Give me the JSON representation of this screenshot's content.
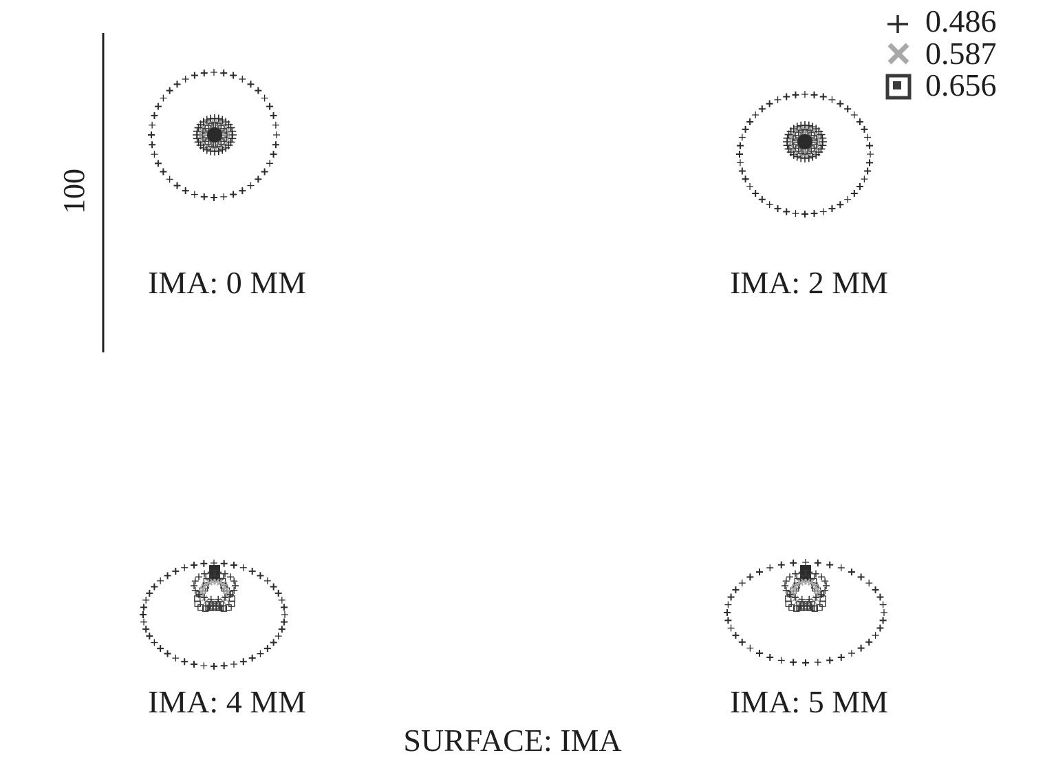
{
  "chart_data": {
    "type": "scatter",
    "title": "",
    "scale_bar": {
      "label": "100"
    },
    "legend": {
      "placement": "top-right",
      "entries": [
        {
          "label": "0.486",
          "marker": "plus",
          "color": "#2b2b2b"
        },
        {
          "label": "0.587",
          "marker": "x",
          "color": "#a8a8a8"
        },
        {
          "label": "0.656",
          "marker": "square",
          "color": "#3a3a3a"
        }
      ]
    },
    "surface_label": "SURFACE: IMA",
    "fields": [
      {
        "label": "IMA: 0 MM",
        "ring_points": 40,
        "core_shape": "round"
      },
      {
        "label": "IMA: 2 MM",
        "ring_points": 44,
        "core_shape": "round"
      },
      {
        "label": "IMA: 4 MM",
        "ring_points": 44,
        "core_shape": "comatic"
      },
      {
        "label": "IMA: 5 MM",
        "ring_points": 40,
        "core_shape": "comatic"
      }
    ]
  }
}
